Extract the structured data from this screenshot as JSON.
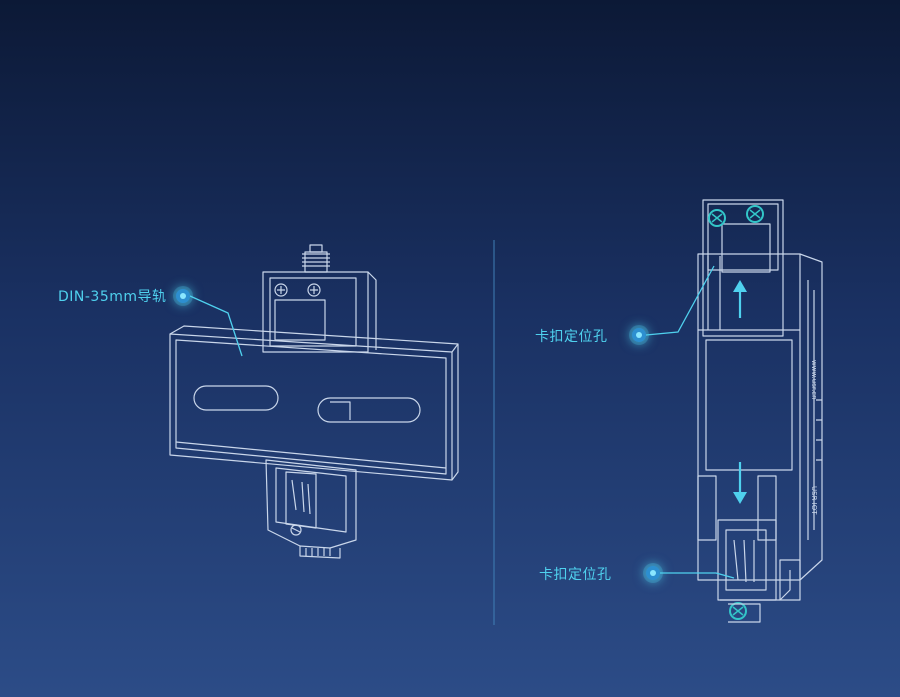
{
  "labels": {
    "din_rail": "DIN-35mm导轨",
    "clip_hole_top": "卡扣定位孔",
    "clip_hole_bottom": "卡扣定位孔"
  },
  "device_markings": {
    "website": "www.usr.cn",
    "brand": "USR IOT"
  },
  "colors": {
    "background_top": "#0c1936",
    "background_bottom": "#2c4c87",
    "outline": "#c9d6ea",
    "accent": "#4fd1ee",
    "screw": "#33c6c9"
  },
  "icons": [
    "arrow-up-icon",
    "arrow-down-icon",
    "screw-icon",
    "callout-dot-icon"
  ]
}
